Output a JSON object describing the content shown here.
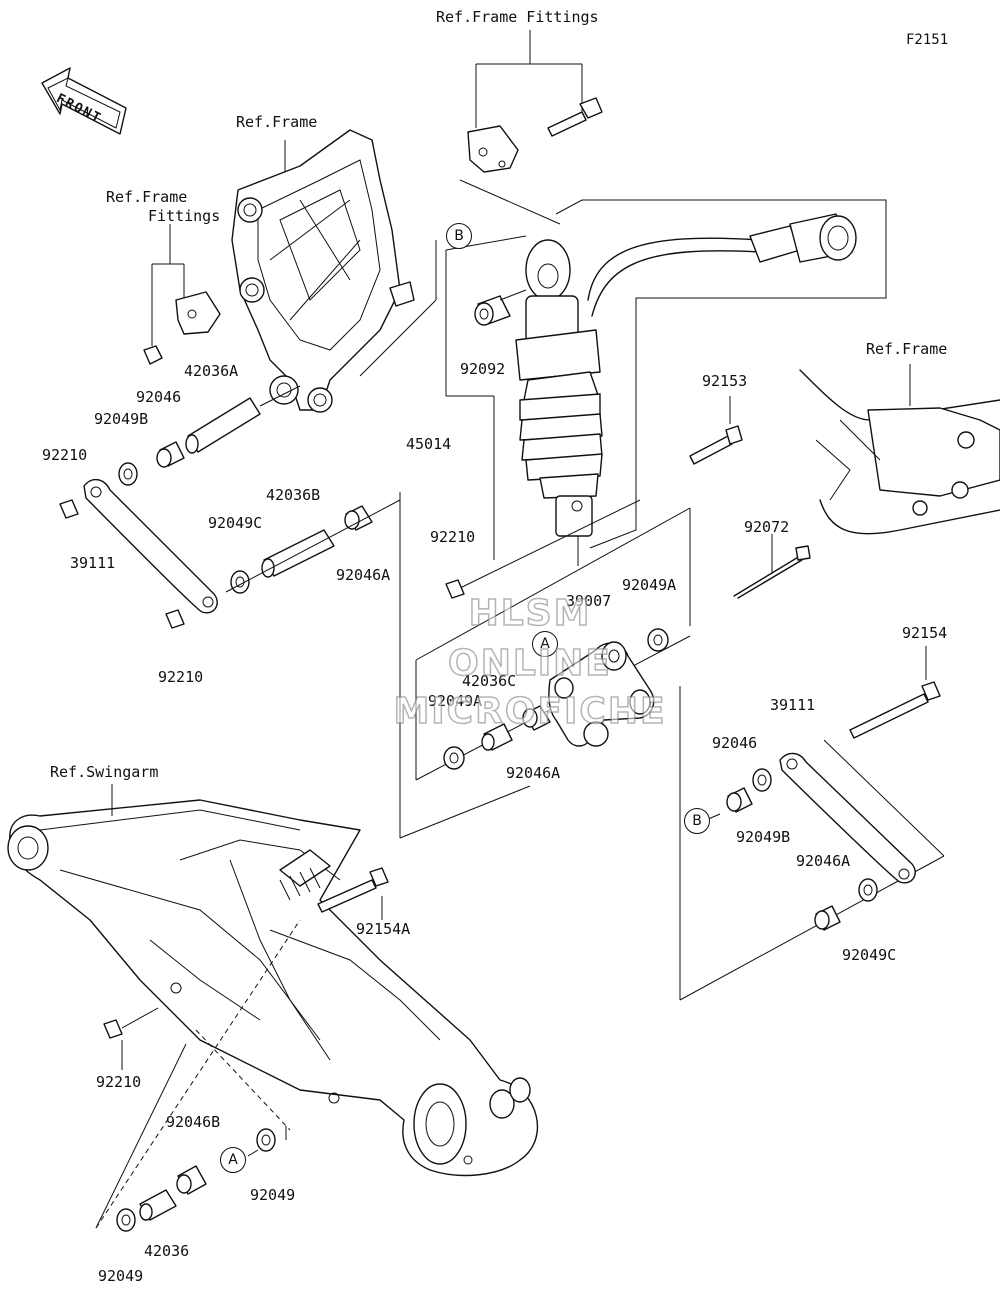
{
  "diagram_code": "F2151",
  "front_arrow_label": "FRONT",
  "references": {
    "frame_fittings_top": "Ref.Frame Fittings",
    "frame_fittings_left_1": "Ref.Frame",
    "frame_fittings_left_2": "Fittings",
    "frame_left": "Ref.Frame",
    "frame_right": "Ref.Frame",
    "swingarm": "Ref.Swingarm"
  },
  "parts": [
    {
      "id": "p-92092",
      "number": "92092"
    },
    {
      "id": "p-45014",
      "number": "45014"
    },
    {
      "id": "p-92153",
      "number": "92153"
    },
    {
      "id": "p-92072",
      "number": "92072"
    },
    {
      "id": "p-42036a",
      "number": "42036A"
    },
    {
      "id": "p-92046-top",
      "number": "92046"
    },
    {
      "id": "p-92049b-top",
      "number": "92049B"
    },
    {
      "id": "p-92210-a",
      "number": "92210"
    },
    {
      "id": "p-39111-left",
      "number": "39111"
    },
    {
      "id": "p-42036b",
      "number": "42036B"
    },
    {
      "id": "p-92049c-left",
      "number": "92049C"
    },
    {
      "id": "p-92046a-left",
      "number": "92046A"
    },
    {
      "id": "p-92210-b",
      "number": "92210"
    },
    {
      "id": "p-92210-c",
      "number": "92210"
    },
    {
      "id": "p-39007",
      "number": "39007"
    },
    {
      "id": "p-92049a-right",
      "number": "92049A"
    },
    {
      "id": "p-42036c",
      "number": "42036C"
    },
    {
      "id": "p-92049a-left",
      "number": "92049A"
    },
    {
      "id": "p-92046a-mid",
      "number": "92046A"
    },
    {
      "id": "p-92154",
      "number": "92154"
    },
    {
      "id": "p-39111-right",
      "number": "39111"
    },
    {
      "id": "p-92046-right",
      "number": "92046"
    },
    {
      "id": "p-92049b-right",
      "number": "92049B"
    },
    {
      "id": "p-92046a-right",
      "number": "92046A"
    },
    {
      "id": "p-92049c-right",
      "number": "92049C"
    },
    {
      "id": "p-92154a",
      "number": "92154A"
    },
    {
      "id": "p-92210-d",
      "number": "92210"
    },
    {
      "id": "p-92046b",
      "number": "92046B"
    },
    {
      "id": "p-92049-a",
      "number": "92049"
    },
    {
      "id": "p-42036",
      "number": "42036"
    },
    {
      "id": "p-92049-b",
      "number": "92049"
    }
  ],
  "callouts": {
    "a": "A",
    "b": "B"
  },
  "watermark": [
    "HLSM",
    "ONLINE",
    "MICROFICHE"
  ]
}
